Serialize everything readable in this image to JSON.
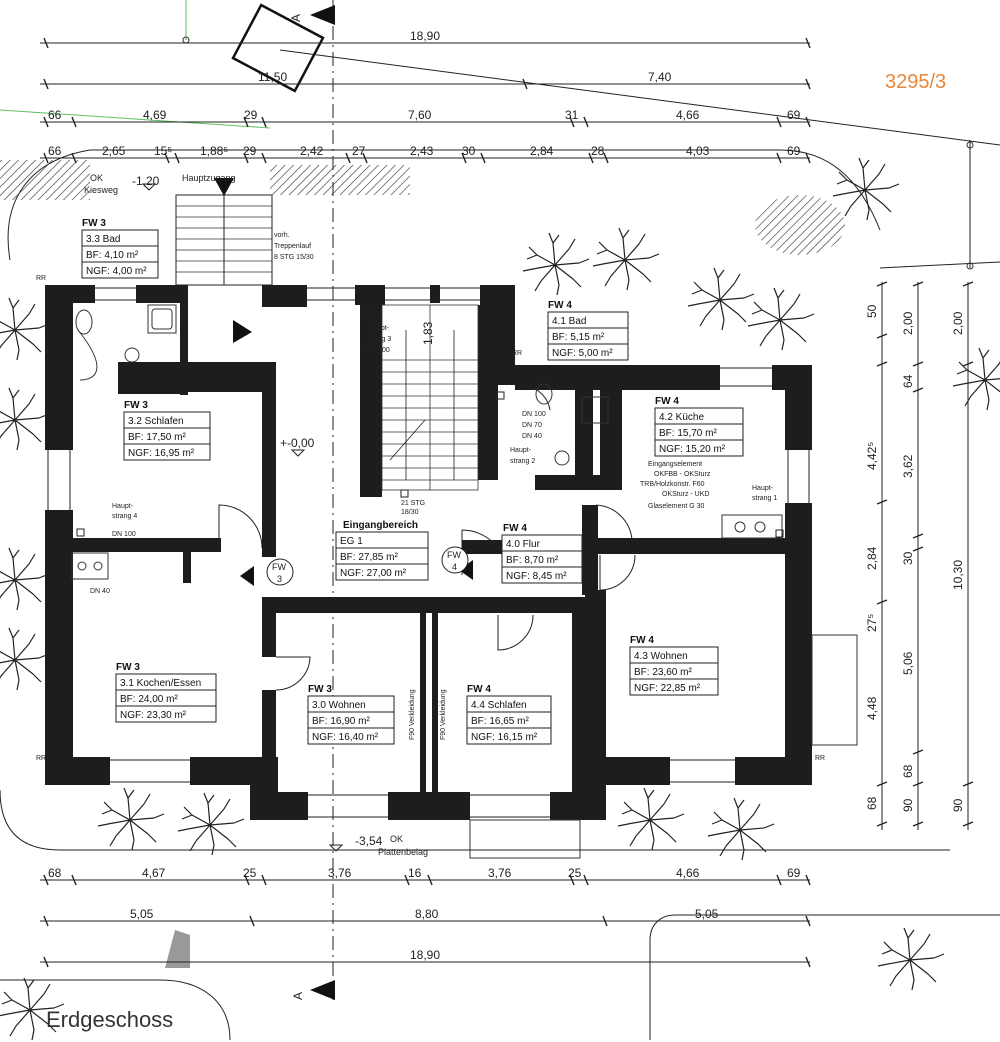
{
  "drawing": {
    "floor_title": "Erdgeschoss",
    "parcel_number": "3295/3",
    "section_letter_top": "A",
    "section_letter_bottom": "A"
  },
  "dimensions_top": {
    "row1": [
      "18,90"
    ],
    "row2": [
      "11,50",
      "7,40"
    ],
    "row3": [
      "66",
      "4,69",
      "29",
      "7,60",
      "31",
      "4,66",
      "69"
    ],
    "row4": [
      "66",
      "2,65",
      "15⁵",
      "1,88⁵",
      "29",
      "2,42",
      "27",
      "2,43",
      "30",
      "2,84",
      "28",
      "4,03",
      "69"
    ]
  },
  "dimensions_bottom": {
    "row1": [
      "68",
      "4,67",
      "25",
      "3,76",
      "16",
      "3,76",
      "25",
      "4,66",
      "69"
    ],
    "row2": [
      "5,05",
      "8,80",
      "5,05"
    ],
    "row3": [
      "18,90"
    ]
  },
  "dimensions_right": {
    "col1": [
      "50",
      "4,42⁵",
      "2,84",
      "27⁵",
      "4,48",
      "68"
    ],
    "col2": [
      "2,00",
      "64",
      "3,62",
      "30",
      "5,06",
      "68",
      "90"
    ],
    "col3": [
      "2,00",
      "10,30",
      "90"
    ]
  },
  "levels": {
    "ok_kiesweg_label": "OK",
    "kiesweg": "Kiesweg",
    "kiesweg_level": "-1,20",
    "hauptzugang": "Hauptzugang",
    "floor_level": "+-0,00",
    "ok_plattenbelag_label": "OK",
    "plattenbelag": "Plattenbelag",
    "plattenbelag_level": "-3,54"
  },
  "rooms": [
    {
      "unit": "FW 3",
      "name": "3.3 Bad",
      "bf": "BF:    4,10 m²",
      "ngf": "NGF: 4,00 m²"
    },
    {
      "unit": "FW 3",
      "name": "3.2 Schlafen",
      "bf": "BF:    17,50 m²",
      "ngf": "NGF: 16,95 m²"
    },
    {
      "unit": "FW 3",
      "name": "3.1 Kochen/Essen",
      "bf": "BF:     24,00 m²",
      "ngf": "NGF:   23,30 m²"
    },
    {
      "unit": "FW 3",
      "name": "3.0 Wohnen",
      "bf": "BF:   16,90 m²",
      "ngf": "NGF: 16,40 m²"
    },
    {
      "unit": "",
      "name": "Eingangbereich",
      "sub": "EG 1",
      "bf": "BF:    27,85 m²",
      "ngf": "NGF: 27,00 m²"
    },
    {
      "unit": "FW 4",
      "name": "4.0 Flur",
      "bf": "BF:    8,70 m²",
      "ngf": "NGF: 8,45 m²"
    },
    {
      "unit": "FW 4",
      "name": "4.4 Schlafen",
      "bf": "BF:    16,65 m²",
      "ngf": "NGF: 16,15 m²"
    },
    {
      "unit": "FW 4",
      "name": "4.1 Bad",
      "bf": "BF:    5,15 m²",
      "ngf": "NGF: 5,00 m²"
    },
    {
      "unit": "FW 4",
      "name": "4.2 Küche",
      "bf": "BF:     15,70 m²",
      "ngf": "NGF: 15,20 m²"
    },
    {
      "unit": "FW 4",
      "name": "4.3 Wohnen",
      "bf": "BF:     23,60 m²",
      "ngf": "NGF: 22,85 m²"
    }
  ],
  "notes": {
    "treppe_1": "vorh.",
    "treppe_2": "Treppenlauf",
    "treppe_3": "8 STG 15/30",
    "stair_count_1": "21 STG",
    "stair_count_2": "18/30",
    "stair_width": "1,83",
    "hauptstrang3_1": "Haupt-",
    "hauptstrang3_2": "strang 3",
    "hauptstrang3_3": "DN 100",
    "hauptstrang4_1": "Haupt-",
    "hauptstrang4_2": "strang 4",
    "dn100_left": "DN 100",
    "dn40_left": "DN 40",
    "dn100_right": "DN 100",
    "dn70_right": "DN 70",
    "dn40_right": "DN 40",
    "hauptstrang2_1": "Haupt-",
    "hauptstrang2_2": "strang 2",
    "hauptstrang1_1": "Haupt-",
    "hauptstrang1_2": "strang 1",
    "eingang_1": "Eingangselement",
    "eingang_2": "OKFBB - OKSturz",
    "eingang_3": "TRB/Holzkonstr. F60",
    "eingang_4": "OKSturz - UKD",
    "eingang_5": "Glaselement G 30",
    "fw3_marker": "FW",
    "fw3_marker_num": "3",
    "fw4_marker": "FW",
    "fw4_marker_num": "4",
    "vorwand_1": "F90 Verkleidung",
    "vorwand_2": "F90 Verkleidung",
    "rr": "RR"
  },
  "colors": {
    "wall": "#1d1d1d",
    "parcel": "#e8873a",
    "boundary": "#5fbf5f"
  }
}
